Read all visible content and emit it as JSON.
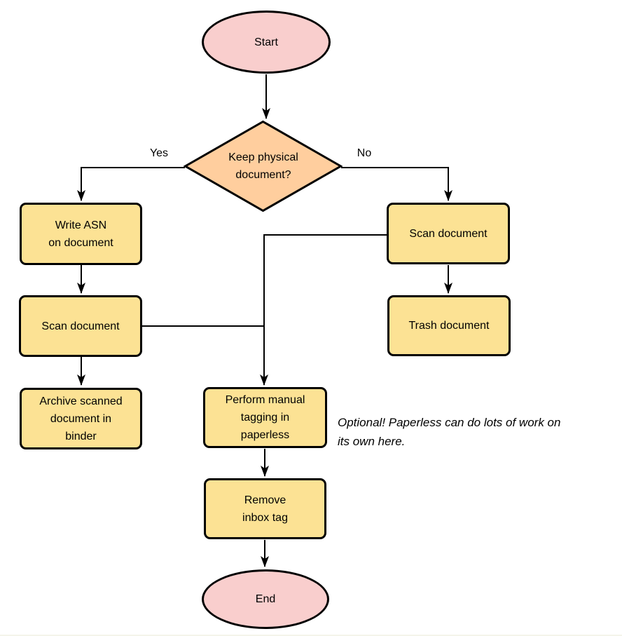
{
  "diagram": {
    "nodes": {
      "start": {
        "label": "Start"
      },
      "decision": {
        "label": "Keep physical\ndocument?"
      },
      "write_asn": {
        "label": "Write ASN\non document"
      },
      "scan_left": {
        "label": "Scan document"
      },
      "archive": {
        "label": "Archive scanned\ndocument in\nbinder"
      },
      "scan_right": {
        "label": "Scan document"
      },
      "trash": {
        "label": "Trash document"
      },
      "tagging": {
        "label": "Perform manual\ntagging in\npaperless"
      },
      "remove_inbox": {
        "label": "Remove\ninbox tag"
      },
      "end": {
        "label": "End"
      }
    },
    "edge_labels": {
      "yes": "Yes",
      "no": "No"
    },
    "note": "Optional! Paperless can do lots of work on\nits own here.",
    "colors": {
      "terminator_fill": "#f9cecd",
      "decision_fill": "#ffce9e",
      "process_fill": "#fce294",
      "stroke": "#000000"
    }
  }
}
